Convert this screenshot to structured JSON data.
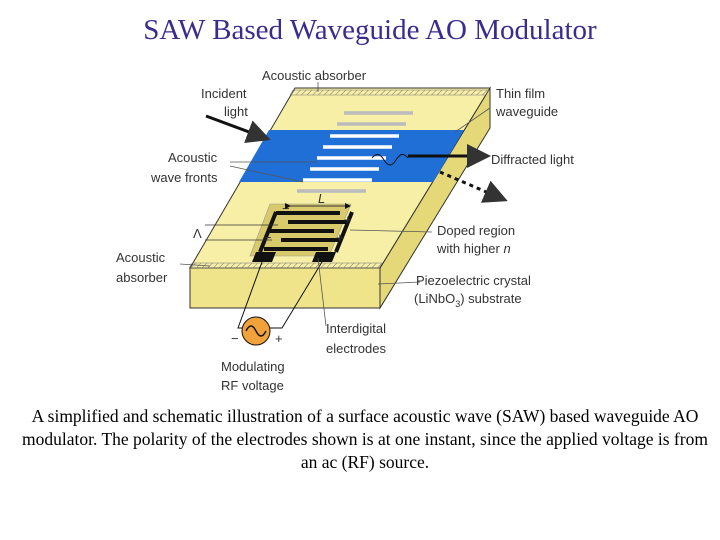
{
  "title": "SAW Based Waveguide AO Modulator",
  "labels": {
    "acoustic_absorber_top": "Acoustic absorber",
    "incident_light": [
      "Incident",
      "light"
    ],
    "thin_film_waveguide": [
      "Thin film",
      "waveguide"
    ],
    "diffracted_light": "Diffracted light",
    "acoustic_wave_fronts": [
      "Acoustic",
      "wave fronts"
    ],
    "length_symbol": "L",
    "lambda_symbol": "Λ",
    "doped_region": [
      "Doped region",
      "with higher "
    ],
    "doped_region_n": "n",
    "acoustic_absorber_left": [
      "Acoustic",
      "absorber"
    ],
    "piezoelectric_crystal": "Piezoelectric crystal",
    "substrate_prefix": "(LiNbO",
    "substrate_sub": "3",
    "substrate_suffix": ") substrate",
    "interdigital_electrodes": [
      "Interdigital",
      "electrodes"
    ],
    "modulating_rf_voltage": [
      "Modulating",
      "RF voltage"
    ],
    "plus_sign": "+",
    "minus_sign": "−"
  },
  "caption": "A simplified and schematic illustration of a surface acoustic wave (SAW) based waveguide AO modulator. The polarity of the electrodes shown is at one instant, since the applied voltage is from an ac (RF) source.",
  "colors": {
    "crystal": "#f8efa6",
    "crystal_side": "#efe48a",
    "waveguide": "#1f6fd6",
    "title": "#3a2b8f"
  }
}
